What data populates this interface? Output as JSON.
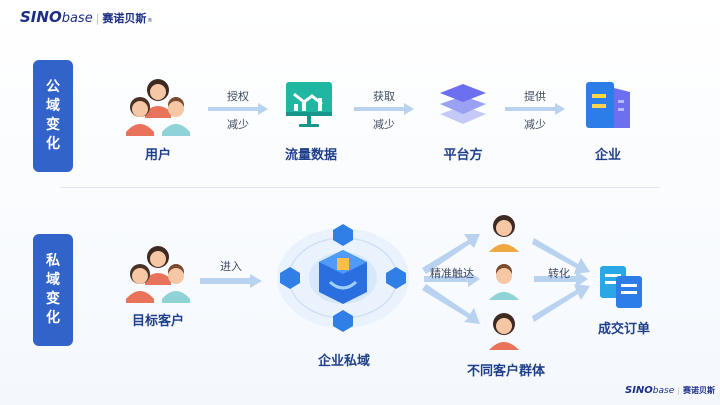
{
  "brand": {
    "logo_primary": "SINO",
    "logo_secondary": "base",
    "logo_cn": "赛诺贝斯"
  },
  "public_section": {
    "label": [
      "公",
      "域",
      "变",
      "化"
    ],
    "nodes": [
      "用户",
      "流量数据",
      "平台方",
      "企业"
    ],
    "arrows": [
      {
        "top": "授权",
        "bottom": "减少"
      },
      {
        "top": "获取",
        "bottom": "减少"
      },
      {
        "top": "提供",
        "bottom": "减少"
      }
    ]
  },
  "private_section": {
    "label": [
      "私",
      "域",
      "变",
      "化"
    ],
    "source": "目标客户",
    "enter_label": "进入",
    "hub": "企业私域",
    "reach_label": "精准触达",
    "group_label": "不同客户群体",
    "convert_label": "转化",
    "result": "成交订单"
  },
  "colors": {
    "accent": "#3163c9",
    "title_text": "#1f3f8a",
    "arrow": "#b9d2f0",
    "teal": "#1fb7a2",
    "purple": "#6b6ff0",
    "brand": "#1c2e86"
  }
}
